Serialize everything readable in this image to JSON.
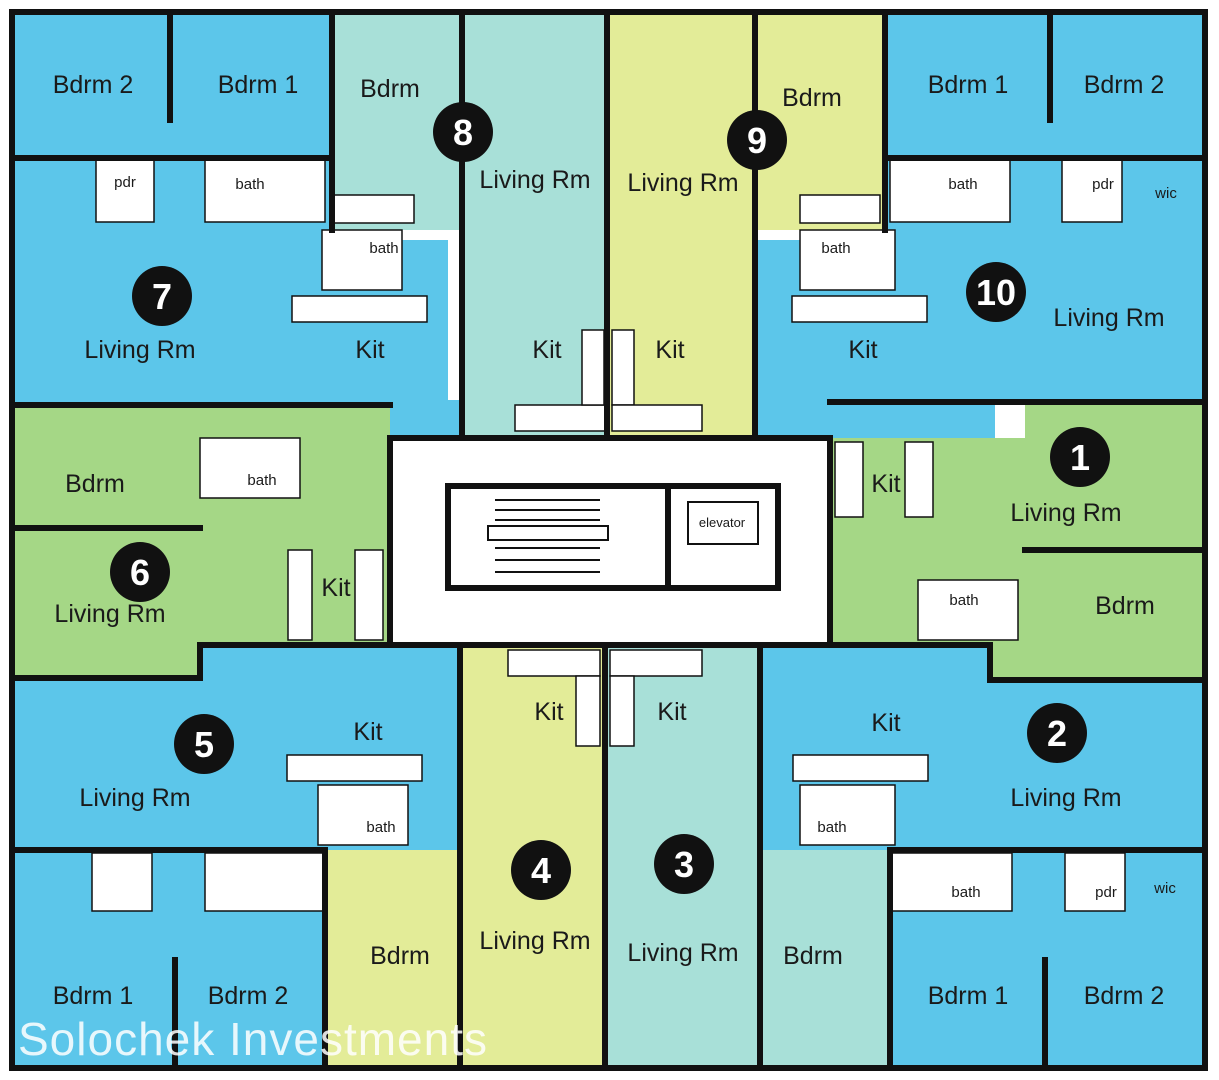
{
  "colors": {
    "blue": "#5cc6ea",
    "teal": "#a8e0d8",
    "yellow": "#e3ec98",
    "green": "#a5d786",
    "core": "#ffffff",
    "wall": "#111111"
  },
  "core": {
    "elevator_label": "elevator"
  },
  "units": [
    {
      "num": "7",
      "color": "blue",
      "rooms": {
        "bdrm2": "Bdrm 2",
        "bdrm1": "Bdrm 1",
        "pdr": "pdr",
        "bath": "bath",
        "living": "Living Rm",
        "kit": "Kit"
      }
    },
    {
      "num": "8",
      "color": "teal",
      "rooms": {
        "bdrm": "Bdrm",
        "living": "Living Rm",
        "bath": "bath",
        "kit": "Kit"
      }
    },
    {
      "num": "9",
      "color": "yellow",
      "rooms": {
        "bdrm": "Bdrm",
        "living": "Living Rm",
        "bath": "bath",
        "kit": "Kit"
      }
    },
    {
      "num": "10",
      "color": "blue",
      "rooms": {
        "bdrm1": "Bdrm 1",
        "bdrm2": "Bdrm 2",
        "bath": "bath",
        "pdr": "pdr",
        "wic": "wic",
        "living": "Living Rm",
        "kit": "Kit"
      }
    },
    {
      "num": "6",
      "color": "green",
      "rooms": {
        "bdrm": "Bdrm",
        "bath": "bath",
        "living": "Living Rm",
        "kit": "Kit"
      }
    },
    {
      "num": "1",
      "color": "green",
      "rooms": {
        "kit": "Kit",
        "living": "Living Rm",
        "bath": "bath",
        "bdrm": "Bdrm"
      }
    },
    {
      "num": "5",
      "color": "blue",
      "rooms": {
        "kit": "Kit",
        "living": "Living Rm",
        "bath": "bath",
        "bdrm1": "Bdrm 1",
        "bdrm2": "Bdrm 2"
      }
    },
    {
      "num": "4",
      "color": "yellow",
      "rooms": {
        "kit": "Kit",
        "bdrm": "Bdrm",
        "living": "Living Rm"
      }
    },
    {
      "num": "3",
      "color": "teal",
      "rooms": {
        "kit": "Kit",
        "living": "Living Rm",
        "bdrm": "Bdrm"
      }
    },
    {
      "num": "2",
      "color": "blue",
      "rooms": {
        "kit": "Kit",
        "living": "Living Rm",
        "bath": "bath",
        "pdr": "pdr",
        "wic": "wic",
        "bdrm1": "Bdrm 1",
        "bdrm2": "Bdrm 2"
      }
    }
  ],
  "watermark": "Solochek Investments"
}
